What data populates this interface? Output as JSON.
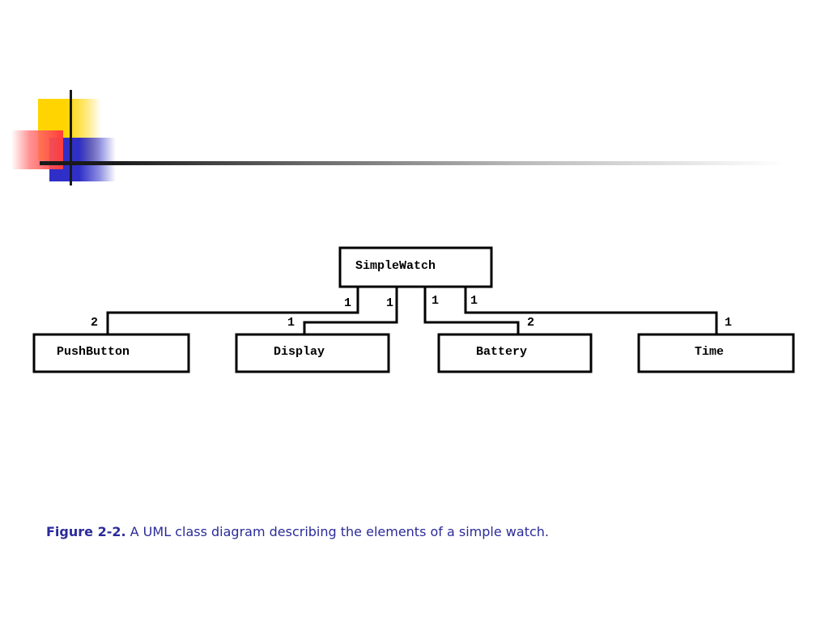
{
  "diagram": {
    "classes": {
      "root": "SimpleWatch",
      "pushbutton": "PushButton",
      "display": "Display",
      "battery": "Battery",
      "time": "Time"
    },
    "multiplicities": {
      "pushbutton_root_end": "1",
      "pushbutton_part_end": "2",
      "display_root_end": "1",
      "display_part_end": "1",
      "battery_root_end": "1",
      "battery_part_end": "2",
      "time_root_end": "1",
      "time_part_end": "1"
    }
  },
  "caption": {
    "label": "Figure 2-2.",
    "text": " A UML class diagram describing the elements of a simple watch."
  },
  "colors": {
    "caption": "#2b2b9a",
    "deco_yellow": "#ffd400",
    "deco_blue": "#2f2fc8",
    "deco_red": "#ff3c3c"
  }
}
